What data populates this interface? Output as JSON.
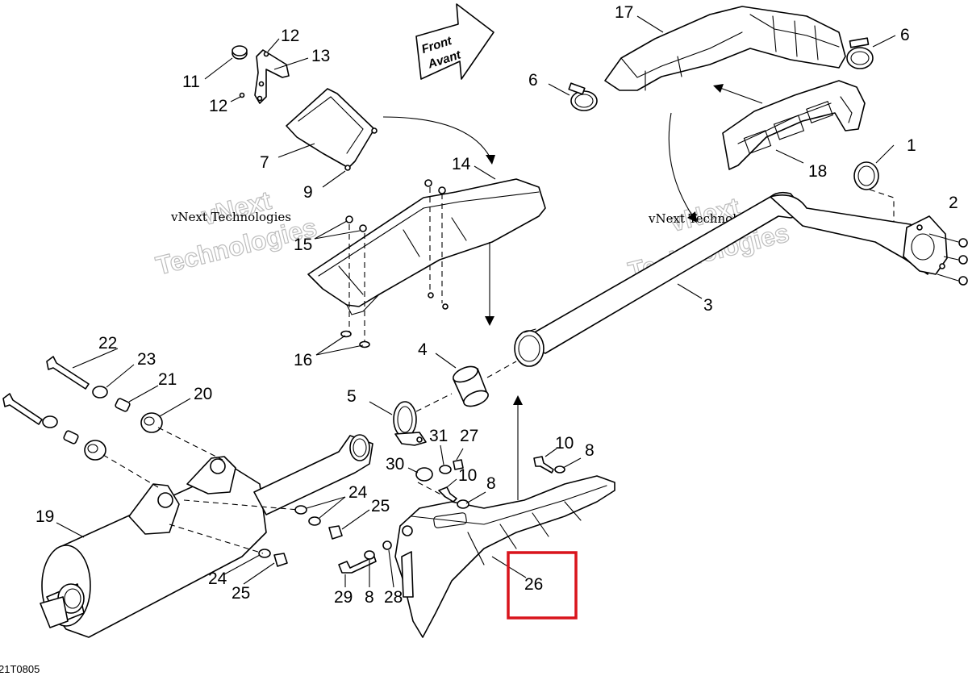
{
  "diagram": {
    "code": "21T0805",
    "direction_arrow": {
      "line1": "Front",
      "line2": "Avant"
    },
    "watermark": {
      "small": "vNext Technologies",
      "line1": "vNext",
      "line2": "Technologies"
    },
    "highlight": {
      "part": "26",
      "color": "#d9141c"
    },
    "callouts": {
      "c1": "1",
      "c2": "2",
      "c3": "3",
      "c4": "4",
      "c5": "5",
      "c6a": "6",
      "c6b": "6",
      "c7": "7",
      "c8a": "8",
      "c8b": "8",
      "c8c": "8",
      "c9": "9",
      "c10a": "10",
      "c10b": "10",
      "c11": "11",
      "c12a": "12",
      "c12b": "12",
      "c13": "13",
      "c14": "14",
      "c15": "15",
      "c16": "16",
      "c17": "17",
      "c18": "18",
      "c19": "19",
      "c20": "20",
      "c21": "21",
      "c22": "22",
      "c23": "23",
      "c24a": "24",
      "c24b": "24",
      "c25a": "25",
      "c25b": "25",
      "c26": "26",
      "c27": "27",
      "c28": "28",
      "c29": "29",
      "c30": "30",
      "c31": "31"
    }
  }
}
